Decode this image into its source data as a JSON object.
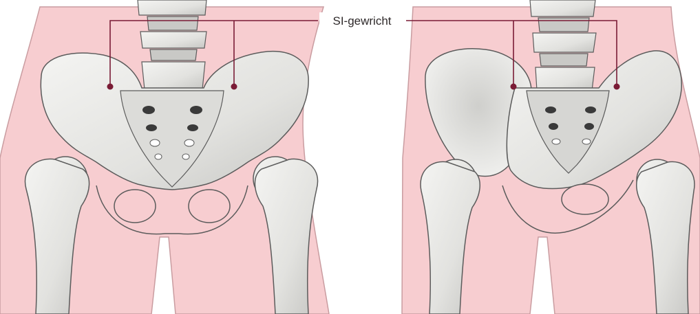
{
  "annotation": {
    "label": "SI-gewricht"
  },
  "colors": {
    "skin": "#f7cdd0",
    "skin_outline": "#c99ca0",
    "bone": "#e9e9e7",
    "bone_shadow": "#b9b9b7",
    "bone_dark": "#5b5b5b",
    "leader_line": "#7a1b35",
    "marker": "#7a1b35",
    "label_text": "#2f2a2b"
  },
  "figures": [
    {
      "name": "front-view-pelvis"
    },
    {
      "name": "oblique-view-pelvis"
    }
  ]
}
